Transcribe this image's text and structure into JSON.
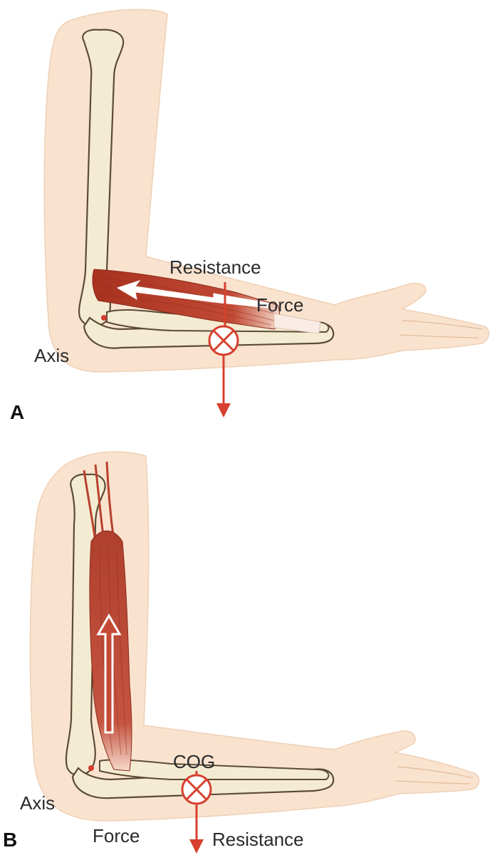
{
  "panels": [
    {
      "letter": "A",
      "labels": {
        "resistance": "Resistance",
        "force": "Force",
        "axis": "Axis"
      }
    },
    {
      "letter": "B",
      "labels": {
        "cog": "COG",
        "axis": "Axis",
        "force": "Force",
        "resistance": "Resistance"
      }
    }
  ],
  "colors": {
    "skin": "#f9e3cf",
    "skin_outline": "#e9c4a6",
    "bone": "#f4ecd2",
    "bone_outline": "#5b4b36",
    "muscle": "#b8402e",
    "arrow_red": "#d6402e",
    "joint_dot": "#d33b2b"
  }
}
